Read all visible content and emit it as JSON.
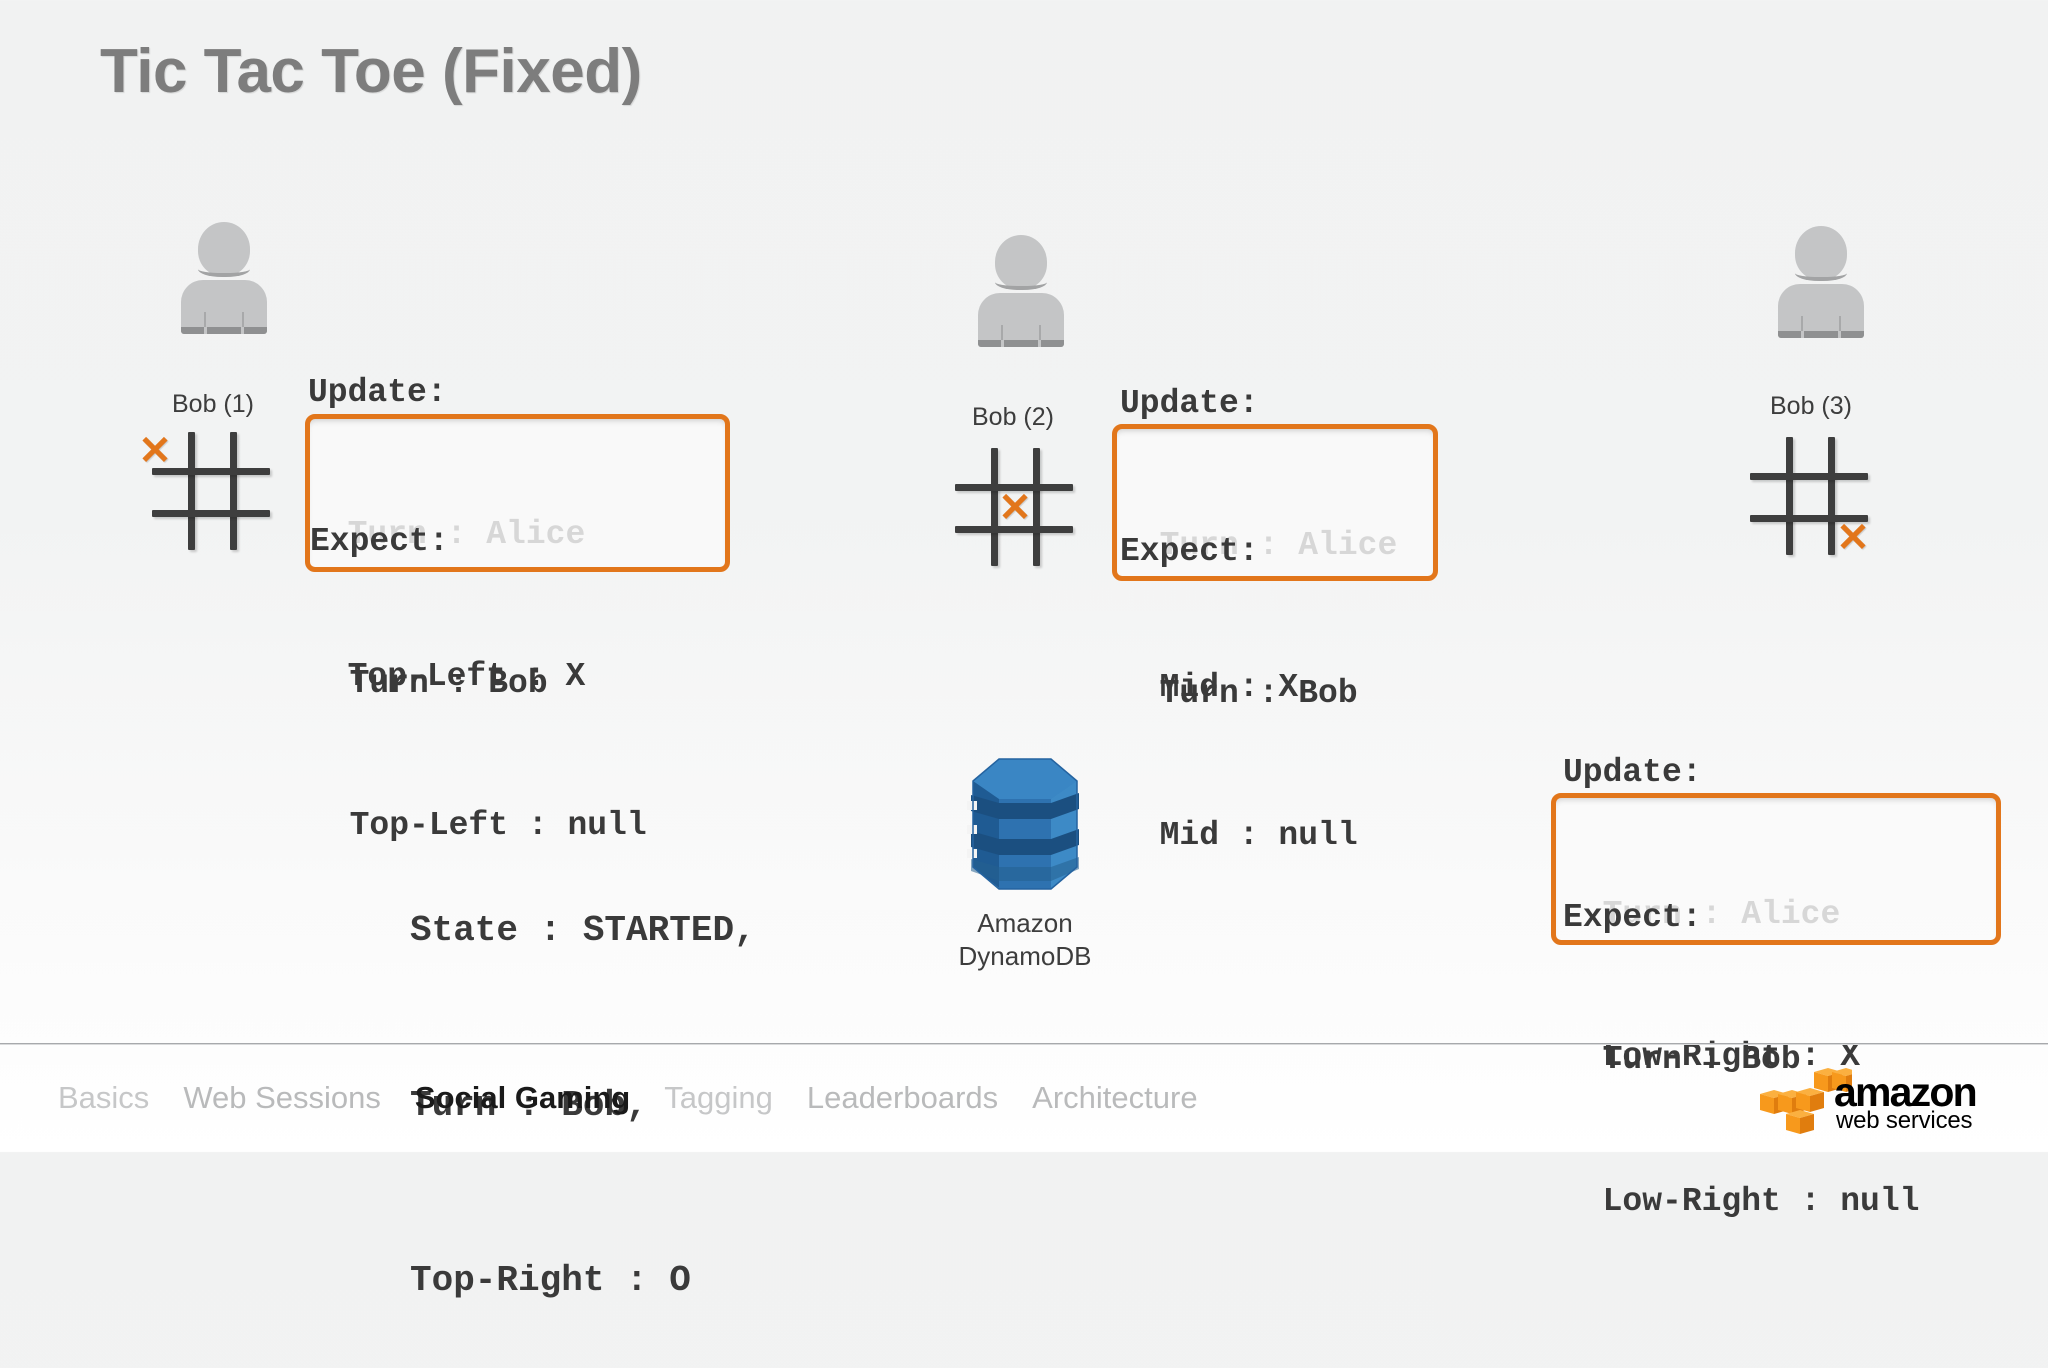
{
  "slide": {
    "title": "Tic Tac Toe (Fixed)",
    "accent_orange": "#e2761b",
    "text_dark": "#3a3a3a",
    "title_gray": "#7d7d7d",
    "background_top": "#f1f2f2",
    "background_bottom": "#ffffff"
  },
  "panels": [
    {
      "player_label": "Bob (1)",
      "board_mark": "✕",
      "board_cell": "top-left",
      "update": {
        "header": "Update:",
        "lines": [
          "  Turn : Alice",
          "  Top-Left : X"
        ]
      },
      "expect": {
        "header": "Expect:",
        "lines": [
          "  Turn : Bob",
          "  Top-Left : null"
        ]
      }
    },
    {
      "player_label": "Bob (2)",
      "board_mark": "✕",
      "board_cell": "middle",
      "update": {
        "header": "Update:",
        "lines": [
          "  Turn : Alice",
          "  Mid : X"
        ]
      },
      "expect": {
        "header": "Expect:",
        "lines": [
          "  Turn : Bob",
          "  Mid : null"
        ]
      }
    },
    {
      "player_label": "Bob (3)",
      "board_mark": "✕",
      "board_cell": "bottom-right",
      "update": {
        "header": "Update:",
        "lines": [
          "  Turn : Alice",
          "  Low-Right : X"
        ]
      },
      "expect": {
        "header": "Expect:",
        "lines": [
          "  Turn : Bob",
          "  Low-Right : null"
        ]
      }
    }
  ],
  "state": {
    "lines": [
      "State : STARTED,",
      "Turn : Bob,",
      "Top-Right : O"
    ]
  },
  "database": {
    "icon_name": "amazon-dynamodb-icon",
    "caption_line1": "Amazon",
    "caption_line2": "DynamoDB",
    "color": "#2e72b0"
  },
  "footer": {
    "nav": [
      {
        "label": "Basics",
        "active": false
      },
      {
        "label": "Web Sessions",
        "active": false
      },
      {
        "label": "Social Gaming",
        "active": true
      },
      {
        "label": "Tagging",
        "active": false
      },
      {
        "label": "Leaderboards",
        "active": false
      },
      {
        "label": "Architecture",
        "active": false
      }
    ],
    "logo": {
      "wordmark": "amazon",
      "subwordmark": "web services",
      "cube_color": "#f7991c"
    }
  }
}
